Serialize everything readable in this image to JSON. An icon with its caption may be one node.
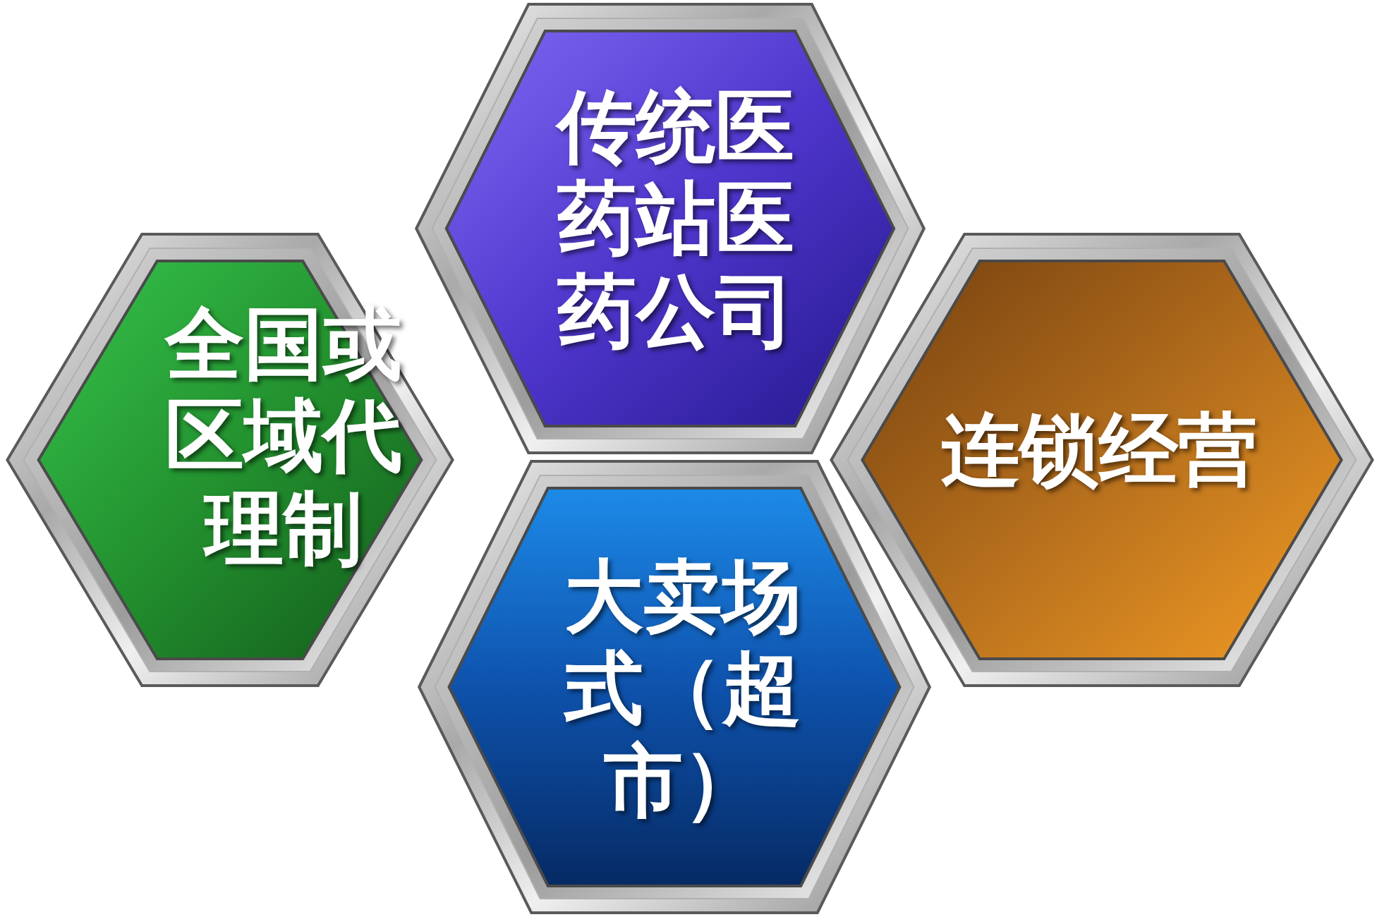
{
  "diagram": {
    "nodes": [
      {
        "text": [
          "全国或区域代理制"
        ]
      },
      {
        "text": [
          "传统医药站医药公司"
        ]
      },
      {
        "text": [
          "大卖场式（超市）"
        ]
      },
      {
        "text": [
          "连锁经营"
        ]
      }
    ]
  }
}
